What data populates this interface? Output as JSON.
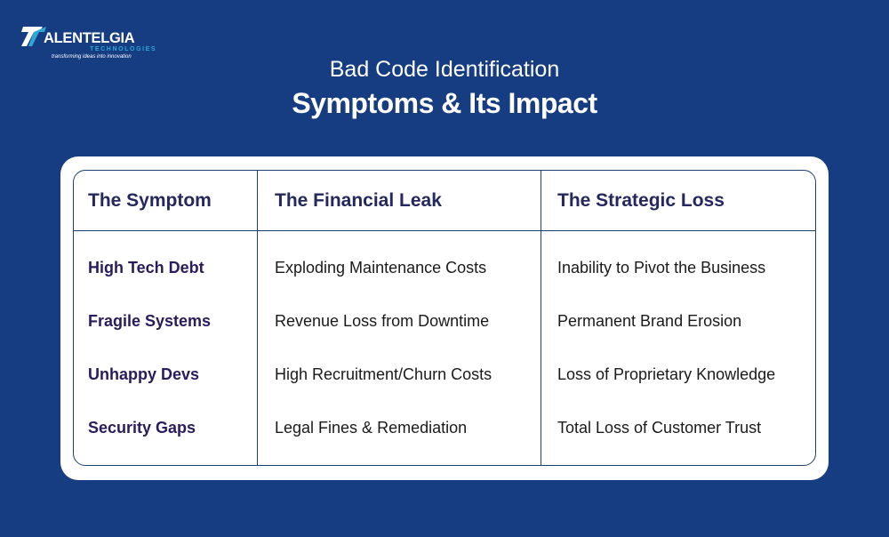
{
  "brand": {
    "name": "ALENTELGIA",
    "logo_mark": "7T",
    "subtitle": "TECHNOLOGIES",
    "tagline": "transforming ideas into innovation",
    "colors": {
      "white": "#ffffff",
      "teal": "#2fa8d8"
    }
  },
  "header": {
    "title_line1": "Bad Code Identification",
    "title_line2": "Symptoms & Its Impact"
  },
  "table": {
    "columns": [
      "The Symptom",
      "The Financial Leak",
      "The Strategic Loss"
    ],
    "rows": [
      [
        "High Tech Debt",
        "Exploding Maintenance Costs",
        "Inability to Pivot the Business"
      ],
      [
        "Fragile Systems",
        "Revenue Loss from Downtime",
        "Permanent Brand Erosion"
      ],
      [
        "Unhappy Devs",
        "High Recruitment/Churn Costs",
        "Loss of Proprietary Knowledge"
      ],
      [
        "Security Gaps",
        "Legal Fines & Remediation",
        "Total Loss of Customer Trust"
      ]
    ]
  },
  "colors": {
    "background": "#163c82",
    "card": "#ffffff",
    "border": "#1f3f6e",
    "header_text": "#25285e",
    "symptom_text": "#2a1b5c",
    "body_text": "#1a1a1a"
  }
}
